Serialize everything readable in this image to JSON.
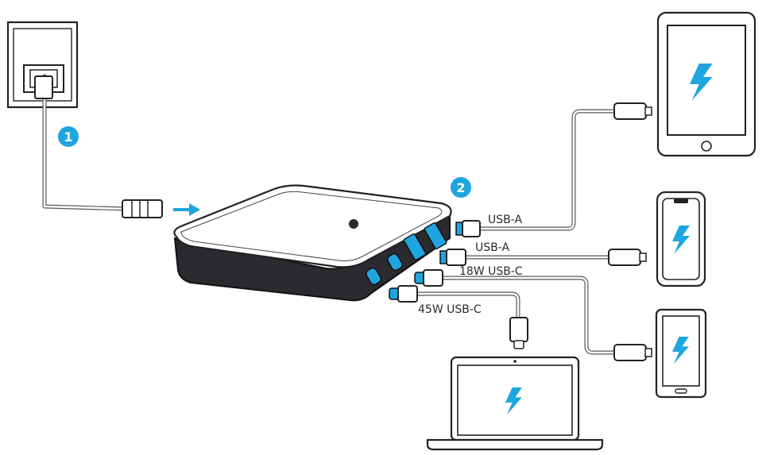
{
  "colors": {
    "accent": "#1ea5e0",
    "outline": "#222222",
    "device_body": "#2a2a2f"
  },
  "steps": [
    {
      "number": "1"
    },
    {
      "number": "2"
    }
  ],
  "ports": {
    "usb_a_1": "USB-A",
    "usb_a_2": "USB-A",
    "usb_c_18w": "18W USB-C",
    "usb_c_45w": "45W USB-C"
  },
  "icons": {
    "charging": "lightning-bolt-icon",
    "direction": "arrow-right-icon"
  }
}
